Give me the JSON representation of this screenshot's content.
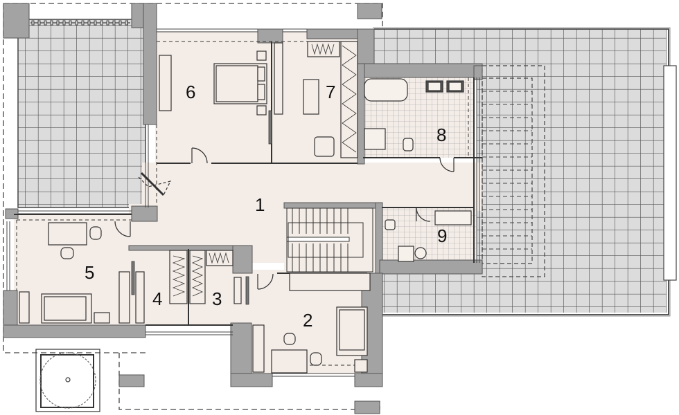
{
  "plan": {
    "type": "floor-plan",
    "colors": {
      "wall": "#a3a3a3",
      "wall_stroke": "#555555",
      "floor": "#f4ece6",
      "terrace": "#dcdcdc",
      "tile_line": "#555555",
      "bathroom_tile": "#f1e9e4",
      "line": "#333333"
    },
    "rooms": [
      {
        "id": "1",
        "label": "1"
      },
      {
        "id": "2",
        "label": "2"
      },
      {
        "id": "3",
        "label": "3"
      },
      {
        "id": "4",
        "label": "4"
      },
      {
        "id": "5",
        "label": "5"
      },
      {
        "id": "6",
        "label": "6"
      },
      {
        "id": "7",
        "label": "7"
      },
      {
        "id": "8",
        "label": "8"
      },
      {
        "id": "9",
        "label": "9"
      }
    ]
  }
}
